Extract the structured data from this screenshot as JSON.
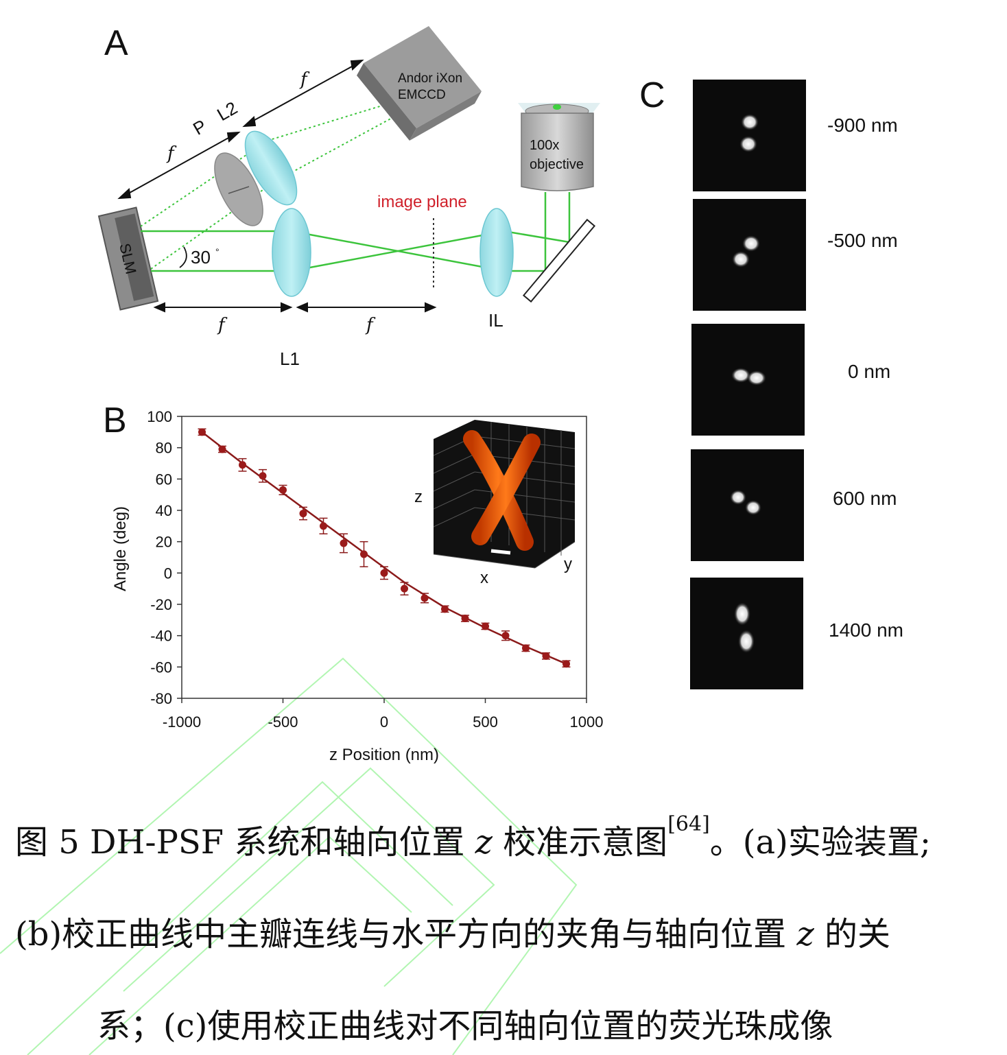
{
  "panel_a": {
    "label": "A",
    "camera": [
      "Andor iXon",
      "EMCCD"
    ],
    "objective": [
      "100x",
      "objective"
    ],
    "labels": {
      "p": "P",
      "l2": "L2",
      "l1": "L1",
      "il": "IL",
      "slm": "SLM",
      "image_plane": "image plane",
      "angle": "30",
      "angle_unit": "°",
      "focal": "f"
    }
  },
  "panel_b": {
    "label": "B"
  },
  "panel_c": {
    "label": "C",
    "positions": [
      "-900 nm",
      "-500 nm",
      "0 nm",
      "600 nm",
      "1400 nm"
    ]
  },
  "chart_data": {
    "type": "scatter",
    "xlabel": "z Position (nm)",
    "ylabel": "Angle (deg)",
    "xlim": [
      -1000,
      1000
    ],
    "ylim": [
      -80,
      100
    ],
    "xticks": [
      -1000,
      -500,
      0,
      500,
      1000
    ],
    "yticks": [
      100,
      80,
      60,
      40,
      20,
      0,
      -20,
      -40,
      -60,
      -80
    ],
    "series": [
      {
        "x": [
          -900,
          -800,
          -700,
          -600,
          -500,
          -400,
          -300,
          -200,
          -100,
          0,
          100,
          200,
          300,
          400,
          500,
          600,
          700,
          800,
          900
        ],
        "y": [
          90,
          79,
          69,
          62,
          53,
          38,
          30,
          19,
          12,
          0,
          -10,
          -16,
          -23,
          -29,
          -34,
          -40,
          -48,
          -53,
          -58
        ],
        "err": [
          2,
          2,
          4,
          4,
          3,
          4,
          5,
          6,
          8,
          4,
          4,
          3,
          2,
          2,
          2,
          3,
          2,
          2,
          2
        ]
      }
    ],
    "fit": {
      "x": [
        -900,
        -700,
        -500,
        -300,
        -100,
        100,
        300,
        500,
        700,
        900
      ],
      "y": [
        90,
        70,
        51,
        32,
        13,
        -6,
        -22,
        -35,
        -47,
        -58
      ]
    },
    "inset_axes": {
      "x": "x",
      "y": "y",
      "z": "z"
    }
  },
  "caption": {
    "line1_a": "图  5 DH-PSF 系统和轴向位置 ",
    "line1_z": "z",
    "line1_b": " 校准示意图",
    "line1_ref": "[64]",
    "line1_c": "。(a)实验装置;",
    "line2_a": "(b)校正曲线中主瓣连线与水平方向的夹角与轴向位置 ",
    "line2_z": "z",
    "line2_b": " 的关",
    "line3": "系；(c)使用校正曲线对不同轴向位置的荧光珠成像"
  }
}
